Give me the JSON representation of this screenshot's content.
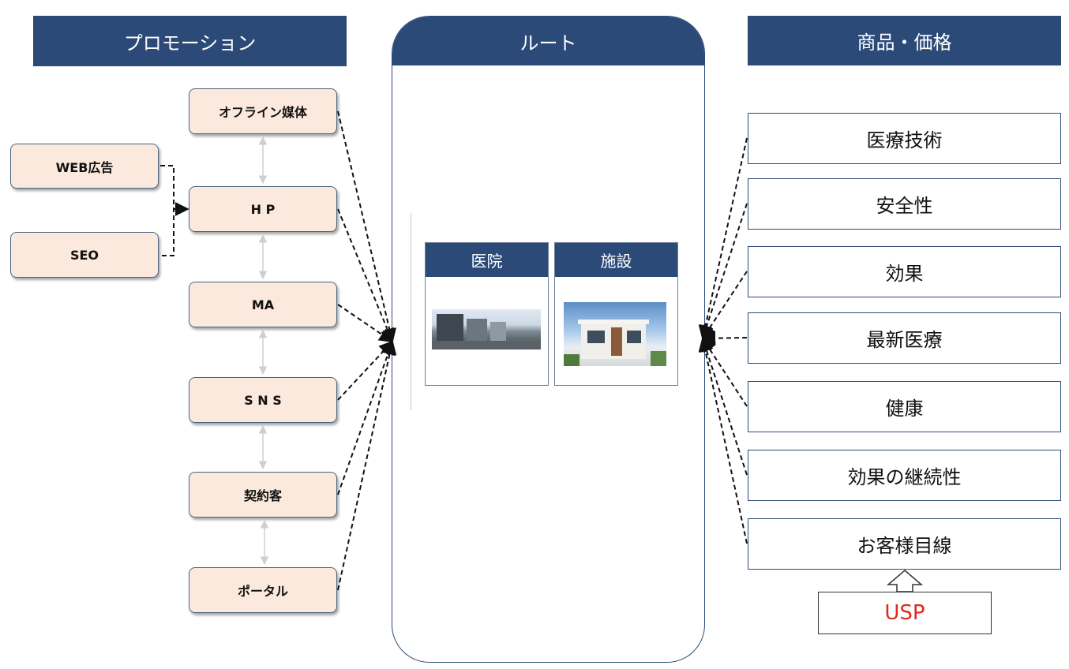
{
  "headers": {
    "promotion": "プロモーション",
    "route": "ルート",
    "product_price": "商品・価格"
  },
  "promotion": {
    "side_items": [
      "WEB広告",
      "SEO"
    ],
    "channel_items": [
      "オフライン媒体",
      "H P",
      "MA",
      "S N S",
      "契約客",
      "ポータル"
    ]
  },
  "route": {
    "cards": [
      {
        "label": "医院",
        "image": "street-photo"
      },
      {
        "label": "施設",
        "image": "house-photo"
      }
    ]
  },
  "product": {
    "items": [
      "医療技術",
      "安全性",
      "効果",
      "最新医療",
      "健康",
      "効果の継続性",
      "お客様目線"
    ],
    "usp_label": "USP",
    "usp_color": "#e2291c"
  },
  "colors": {
    "header_navy": "#2c4a78",
    "promo_fill": "#fae9dc"
  }
}
